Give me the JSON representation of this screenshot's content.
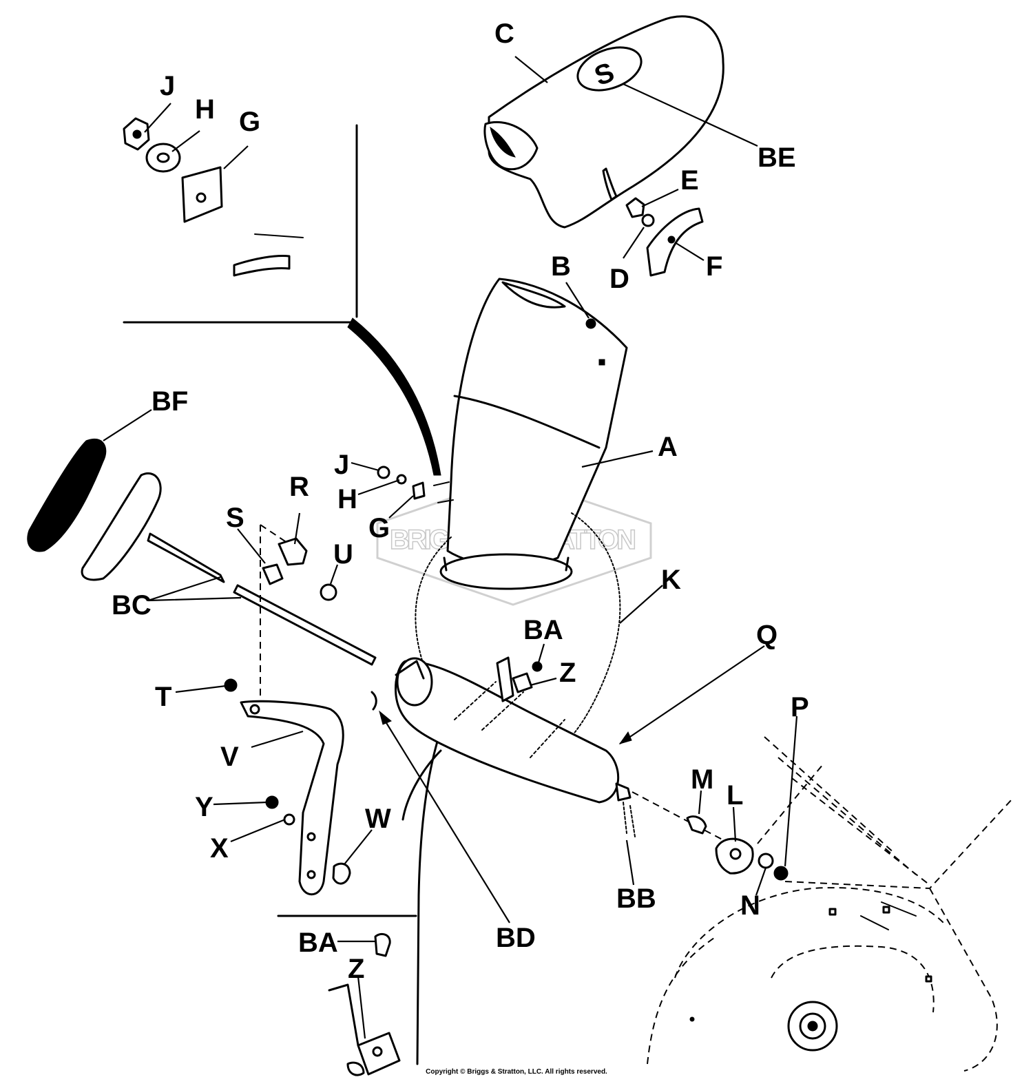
{
  "diagram": {
    "watermark": "BRIGGS & STRATTON",
    "copyright": "Copyright © Briggs & Stratton, LLC. All rights reserved.",
    "labels": {
      "C": "C",
      "BE": "BE",
      "J_top": "J",
      "H_top": "H",
      "G_top": "G",
      "E": "E",
      "D": "D",
      "F": "F",
      "B": "B",
      "BF": "BF",
      "A": "A",
      "J_mid": "J",
      "H_mid": "H",
      "G_mid": "G",
      "R": "R",
      "S": "S",
      "U": "U",
      "K": "K",
      "BC": "BC",
      "BA_top": "BA",
      "Z_top": "Z",
      "Q": "Q",
      "T": "T",
      "V": "V",
      "P": "P",
      "M": "M",
      "L": "L",
      "Y": "Y",
      "X": "X",
      "W": "W",
      "N": "N",
      "BB": "BB",
      "BD": "BD",
      "BA_bottom": "BA",
      "Z_bottom": "Z"
    }
  }
}
